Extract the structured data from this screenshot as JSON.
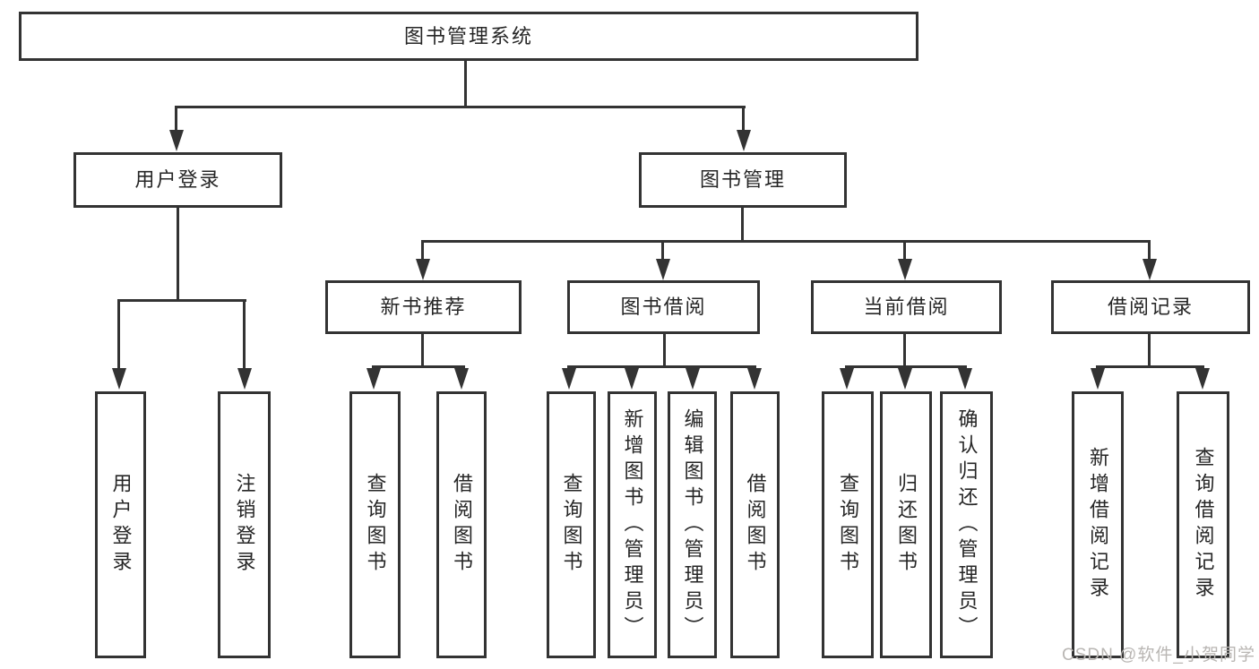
{
  "diagram": {
    "title": "图书管理系统",
    "branches": [
      {
        "label": "用户登录",
        "children": [
          {
            "label": "用户登录"
          },
          {
            "label": "注销登录"
          }
        ]
      },
      {
        "label": "图书管理",
        "children": [
          {
            "label": "新书推荐",
            "children": [
              {
                "label": "查询图书"
              },
              {
                "label": "借阅图书"
              }
            ]
          },
          {
            "label": "图书借阅",
            "children": [
              {
                "label": "查询图书"
              },
              {
                "label": "新增图书（管理员）"
              },
              {
                "label": "编辑图书（管理员）"
              },
              {
                "label": "借阅图书"
              }
            ]
          },
          {
            "label": "当前借阅",
            "children": [
              {
                "label": "查询图书"
              },
              {
                "label": "归还图书"
              },
              {
                "label": "确认归还（管理员）"
              }
            ]
          },
          {
            "label": "借阅记录",
            "children": [
              {
                "label": "新增借阅记录"
              },
              {
                "label": "查询借阅记录"
              }
            ]
          }
        ]
      }
    ]
  },
  "watermark": {
    "text": "CSDN @软件_小贺同学"
  },
  "colors": {
    "line": "#333333",
    "box_border": "#333333",
    "text": "#262626",
    "background": "#ffffff",
    "watermark": "#b9b6b3"
  }
}
